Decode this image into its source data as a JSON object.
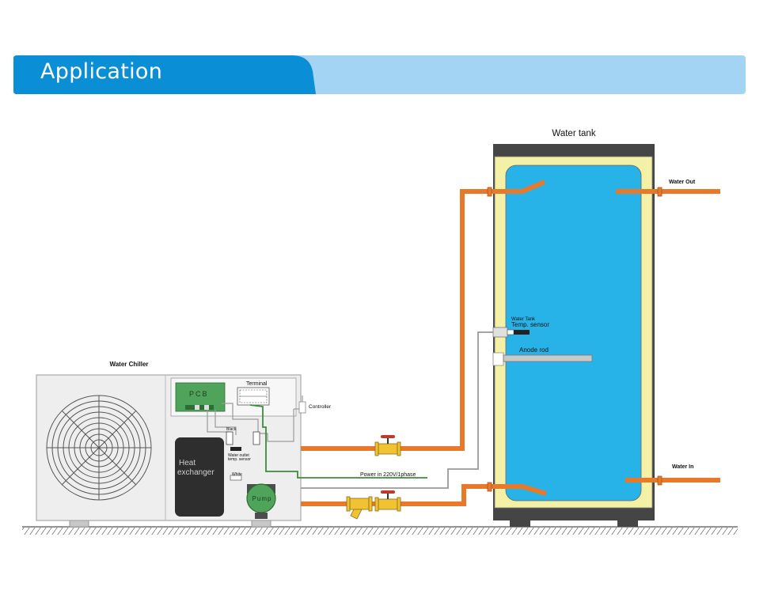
{
  "header": {
    "title": "Application"
  },
  "labels": {
    "water_tank": "Water tank",
    "water_out": "Water Out",
    "water_in": "Water In",
    "water_tank_temp_sensor_line1": "Water Tank",
    "water_tank_temp_sensor_line2": "Temp. sensor",
    "anode_rod": "Anode rod",
    "water_chiller": "Water Chiller",
    "pcb": "PCB",
    "terminal": "Terminal",
    "controller": "Controller",
    "black": "Black",
    "water_outlet_sensor_line1": "Water outlet",
    "water_outlet_sensor_line2": "temp. sensor",
    "heat_exchanger_line1": "Heat",
    "heat_exchanger_line2": "exchanger",
    "white": "White",
    "pump": "Pump",
    "power_in": "Power in 220V/1phase"
  },
  "colors": {
    "header_dark": "#0a8fd6",
    "header_light": "#a3d4f3",
    "pipe": "#e8782a",
    "tank_water": "#27b2e8",
    "tank_insulation": "#f4f0a6",
    "tank_shell": "#454545",
    "chiller_body": "#eeeeee",
    "pcb_green": "#4fa35a",
    "power_wire": "#3c8c3c",
    "valve_yellow": "#f1c232",
    "valve_red": "#c0392b"
  }
}
